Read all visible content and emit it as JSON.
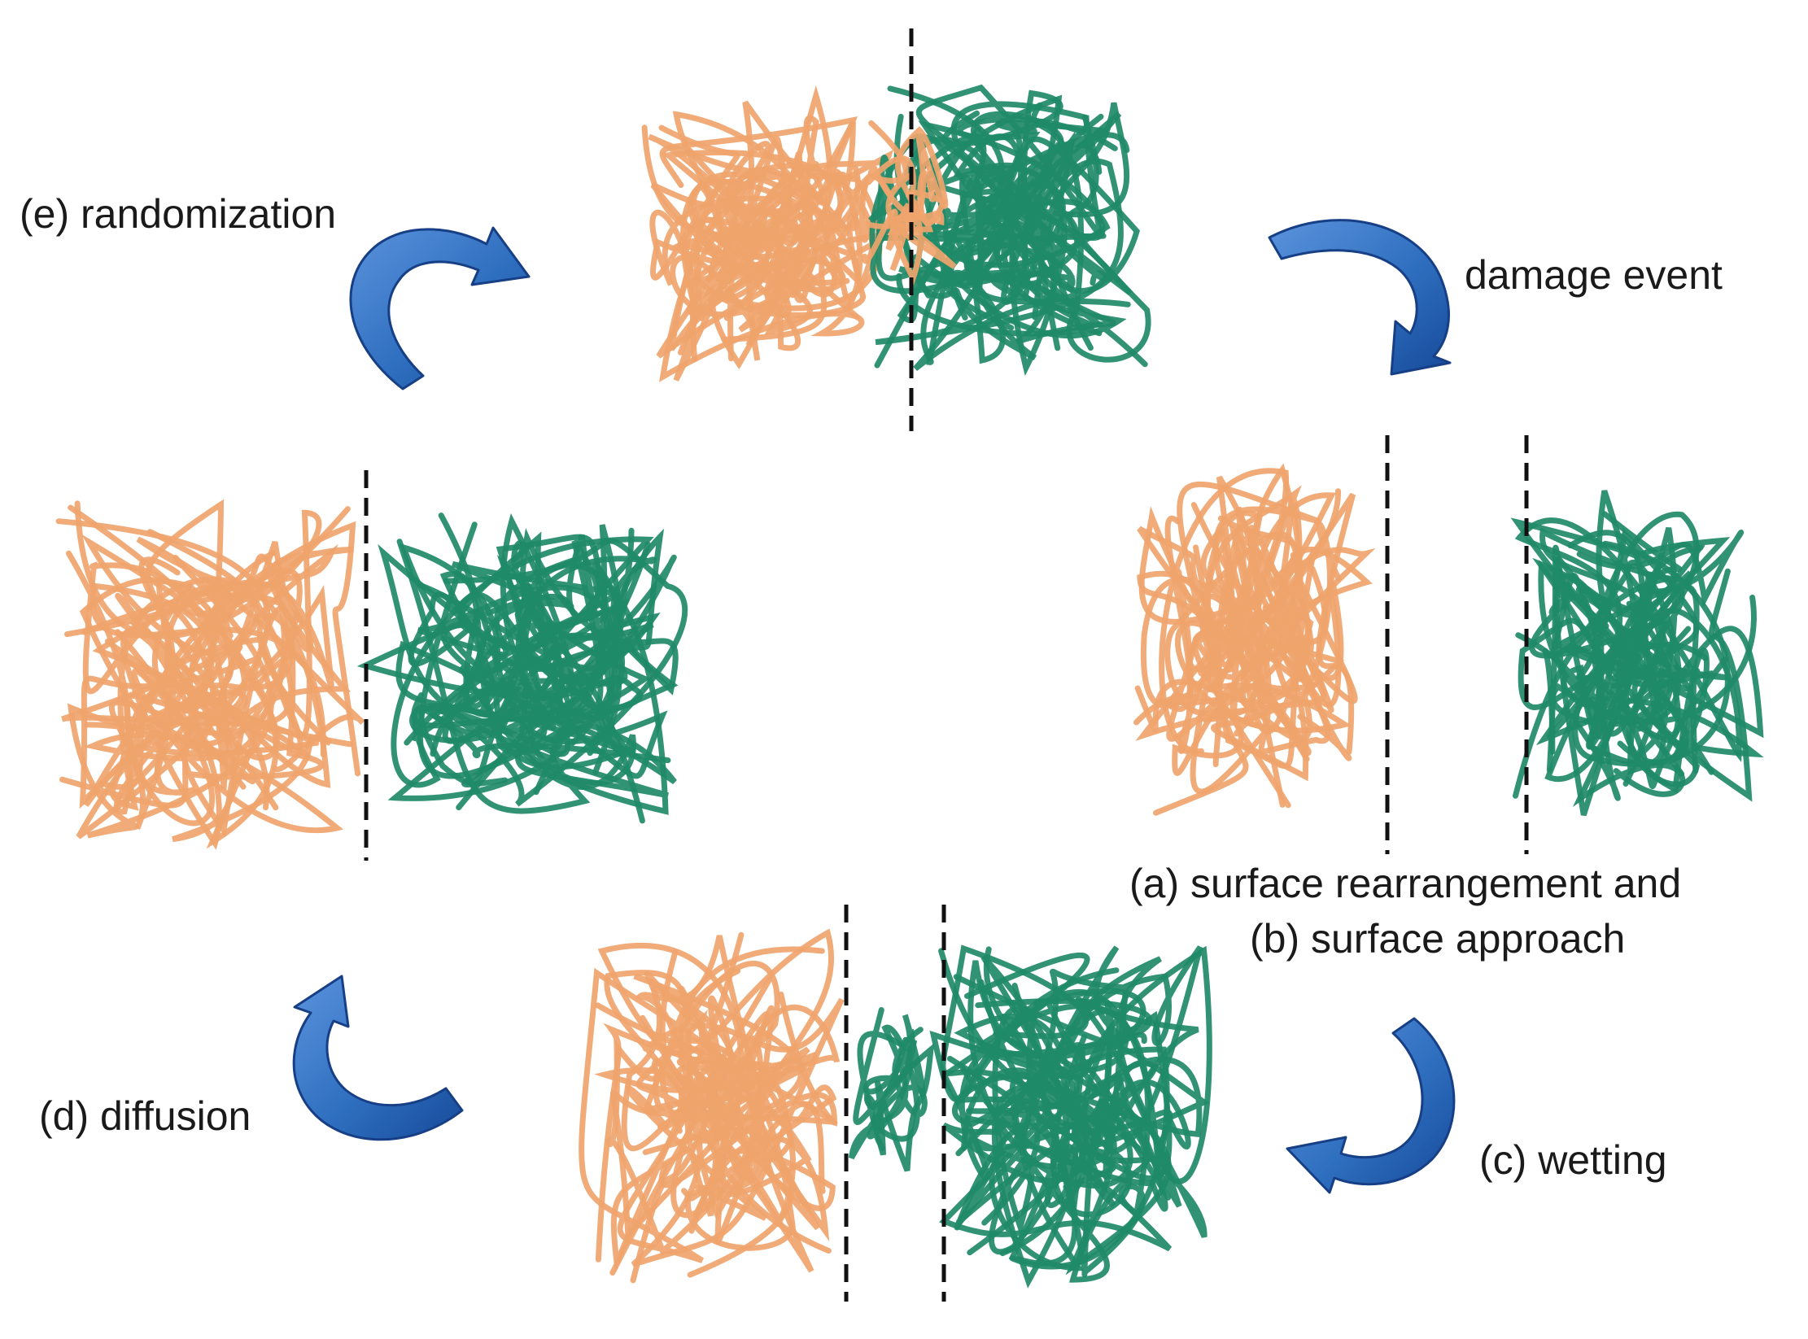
{
  "labels": {
    "randomization": "(e) randomization",
    "damage_event": "damage event",
    "surface_rearrangement": "(a) surface rearrangement and",
    "surface_approach": "(b) surface approach",
    "diffusion": "(d) diffusion",
    "wetting": "(c) wetting"
  },
  "colors": {
    "left_polymer": "#efa46c",
    "right_polymer": "#1f8a68",
    "arrow_fill": "#2f6fbf",
    "arrow_dark": "#173f86",
    "interface_line": "#111111"
  }
}
